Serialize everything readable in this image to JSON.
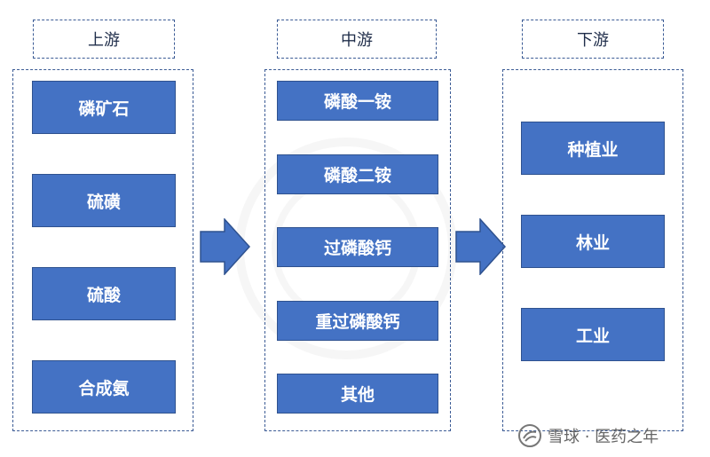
{
  "diagram": {
    "upstream": {
      "title": "上游",
      "items": [
        "磷矿石",
        "硫磺",
        "硫酸",
        "合成氨"
      ]
    },
    "midstream": {
      "title": "中游",
      "items": [
        "磷酸一铵",
        "磷酸二铵",
        "过磷酸钙",
        "重过磷酸钙",
        "其他"
      ]
    },
    "downstream": {
      "title": "下游",
      "items": [
        "种植业",
        "林业",
        "工业"
      ]
    }
  },
  "watermark": {
    "text": "雪球 · 医药之年",
    "icon": "snowball-logo-icon"
  },
  "colors": {
    "box_fill": "#4472c4",
    "box_border": "#2f528f",
    "dash": "#3b5b95",
    "arrow": "#4472c4"
  }
}
